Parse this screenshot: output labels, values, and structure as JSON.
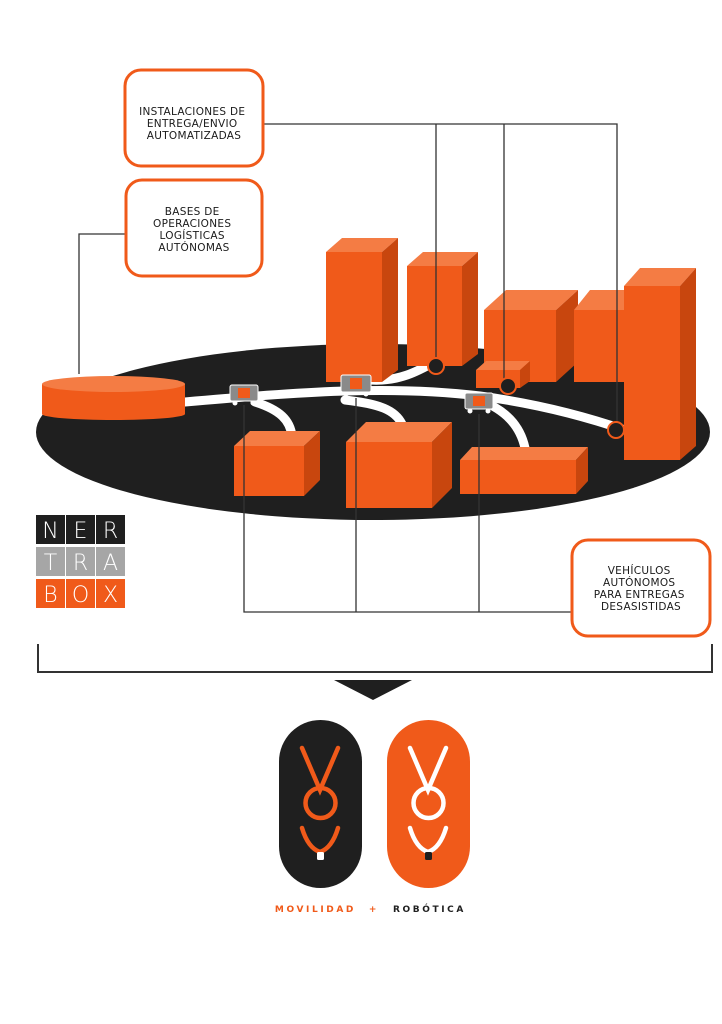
{
  "callouts": {
    "instalaciones": [
      "INSTALACIONES DE",
      "ENTREGA/ENVIO",
      "AUTOMATIZADAS"
    ],
    "bases": [
      "BASES DE",
      "OPERACIONES",
      "LOGÍSTICAS",
      "AUTÓNOMAS"
    ],
    "vehiculos": [
      "VEHÍCULOS",
      "AUTÓNOMOS",
      "PARA ENTREGAS",
      "DESASISTIDAS"
    ]
  },
  "logo_nertrabox": {
    "rows": [
      [
        "N",
        "E",
        "R"
      ],
      [
        "T",
        "R",
        "A"
      ],
      [
        "B",
        "O",
        "X"
      ]
    ]
  },
  "tagline": {
    "left": "MOVILIDAD",
    "separator": "+",
    "right": "ROBÓTICA"
  },
  "colors": {
    "orange": "#f05a1a",
    "orange_light": "#f47c44",
    "orange_dark": "#c8460e",
    "dark": "#1f1f1f",
    "grey": "#a6a6a6",
    "line": "#333333"
  }
}
